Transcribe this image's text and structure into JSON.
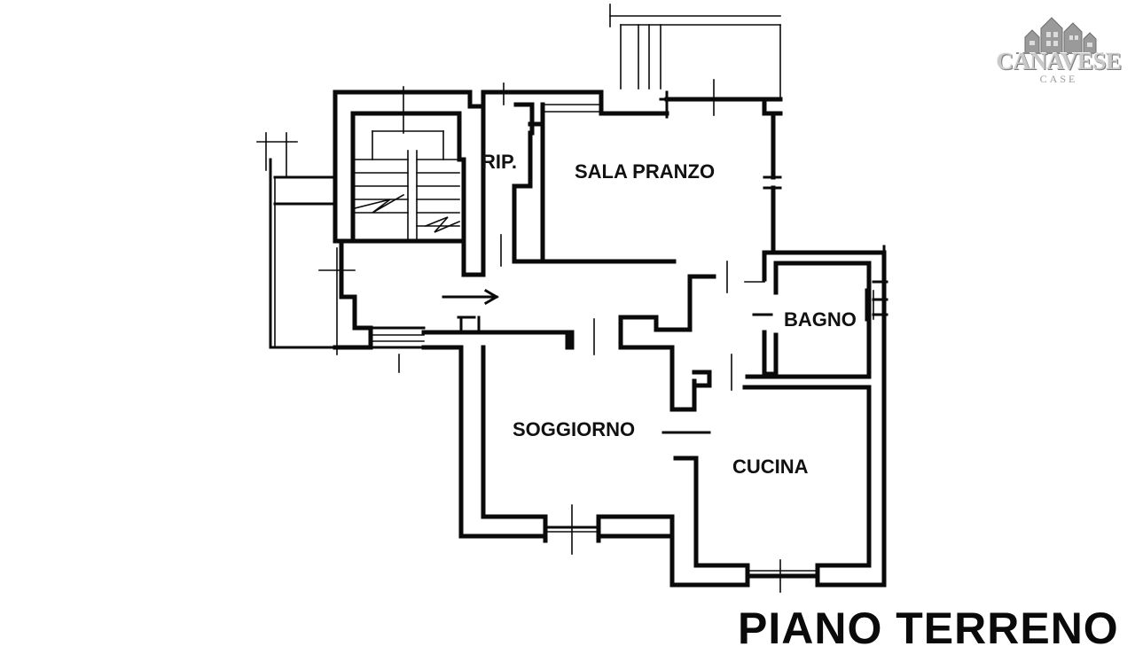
{
  "plan": {
    "title": "PIANO TERRENO",
    "rooms": [
      {
        "id": "rip",
        "label": "RIP."
      },
      {
        "id": "sala-pranzo",
        "label": "SALA PRANZO"
      },
      {
        "id": "bagno",
        "label": "BAGNO"
      },
      {
        "id": "soggiorno",
        "label": "SOGGIORNO"
      },
      {
        "id": "cucina",
        "label": "CUCINA"
      }
    ]
  },
  "logo": {
    "name": "CANAVESE",
    "subtitle": "CASE"
  },
  "colors": {
    "wall": "#0a0a0a",
    "background": "#ffffff",
    "logo": "#b5b5b5"
  }
}
